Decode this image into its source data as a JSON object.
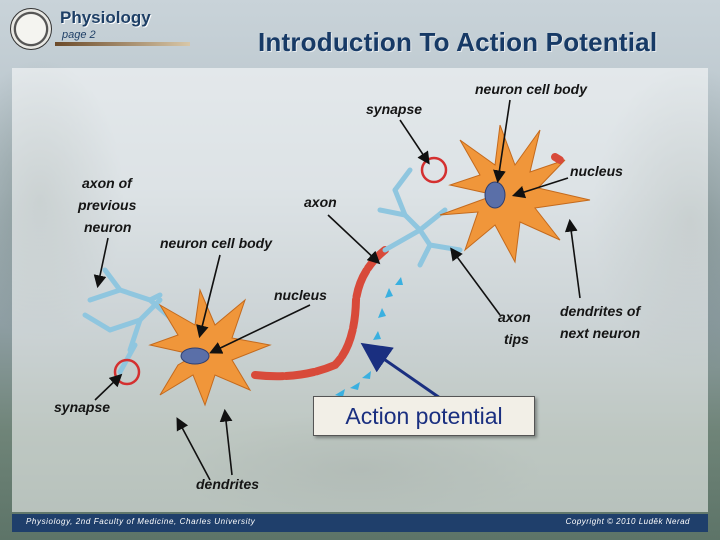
{
  "header": {
    "app_title": "Physiology",
    "page_label": "page 2",
    "slide_title": "Introduction To Action Potential"
  },
  "diagram": {
    "labels": {
      "neuron_cell_body_top": "neuron cell body",
      "synapse_top": "synapse",
      "nucleus_right": "nucleus",
      "axon_previous_1": "axon of",
      "axon_previous_2": "previous",
      "axon_previous_3": "neuron",
      "axon": "axon",
      "neuron_cell_body_left": "neuron cell body",
      "nucleus_left": "nucleus",
      "axon_tips_1": "axon",
      "axon_tips_2": "tips",
      "dendrites_next_1": "dendrites of",
      "dendrites_next_2": "next neuron",
      "synapse_bottom": "synapse",
      "dendrites": "dendrites"
    },
    "callout": "Action potential"
  },
  "footer": {
    "left": "Physiology, 2nd Faculty of Medicine, Charles University",
    "right": "Copyright © 2010 Luděk Nerad"
  },
  "colors": {
    "title_blue": "#173a66",
    "neuron_orange": "#f0963a",
    "nucleus_blue": "#5a6fa8",
    "axon_red": "#d84a3a",
    "dendrite_blue": "#8fc6df",
    "signal_cyan": "#3ab0e0",
    "callout_text": "#1a2f80"
  }
}
